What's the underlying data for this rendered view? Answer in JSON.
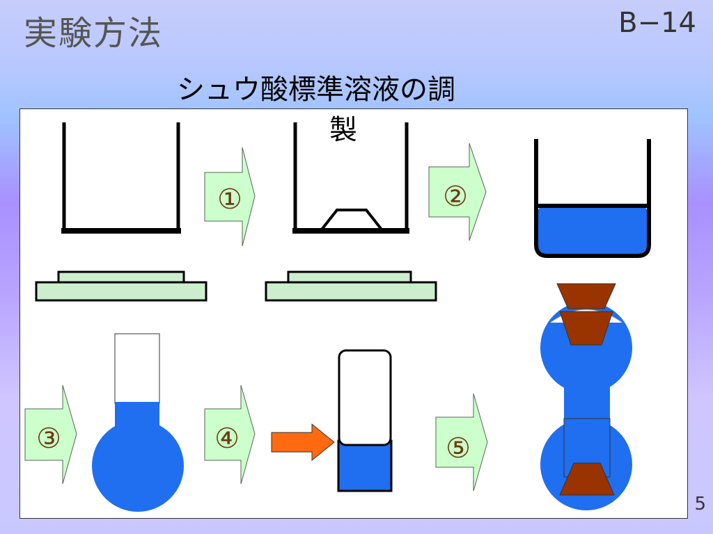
{
  "header": {
    "title": "実験方法",
    "slide_code": "B−14"
  },
  "subtitle": {
    "line1": "シュウ酸標準溶液の調",
    "line2": "製"
  },
  "steps": [
    {
      "label": "①"
    },
    {
      "label": "②"
    },
    {
      "label": "③"
    },
    {
      "label": "④"
    },
    {
      "label": "⑤"
    }
  ],
  "footer": {
    "page_number": "5"
  },
  "colors": {
    "solution_blue": "#1f6ff0",
    "step_arrow_fill": "#ccffcc",
    "balance_fill": "#cceecc",
    "pour_arrow": "#ff6a10",
    "stopper_brown": "#993300"
  }
}
